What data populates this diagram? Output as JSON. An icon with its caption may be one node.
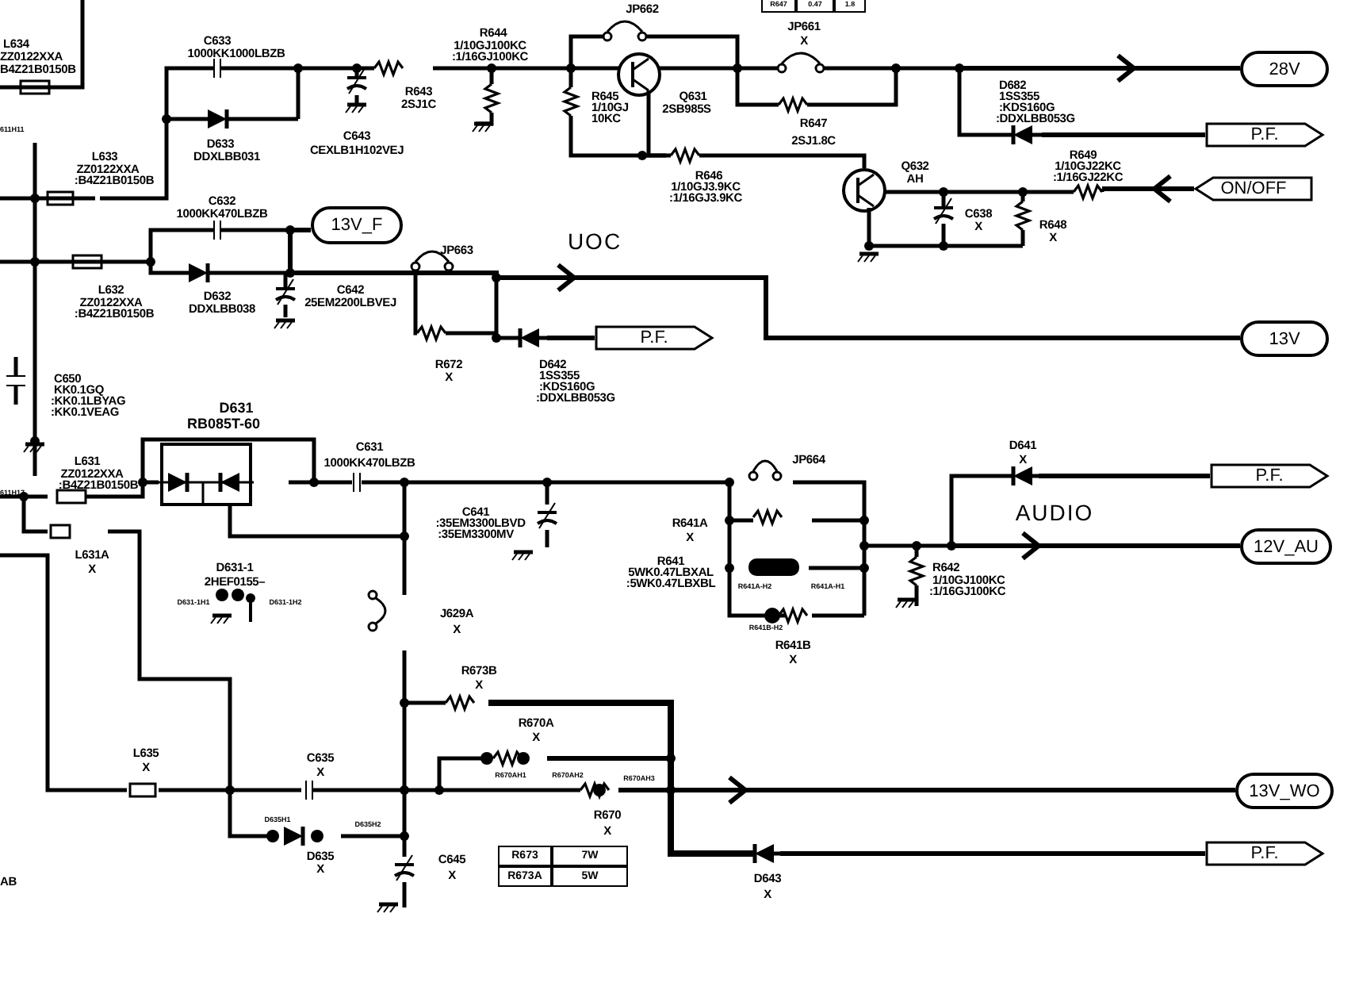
{
  "diagram": {
    "nodes": [
      {
        "text": [
          "28V"
        ]
      },
      {
        "text": [
          "P.F."
        ]
      },
      {
        "text": [
          "ON/OFF"
        ]
      },
      {
        "text": [
          "13V_F"
        ]
      },
      {
        "text": [
          "P.F."
        ]
      },
      {
        "text": [
          "13V"
        ]
      },
      {
        "text": [
          "P.F."
        ]
      },
      {
        "text": [
          "12V_AU"
        ]
      },
      {
        "text": [
          "13V_WO"
        ]
      },
      {
        "text": [
          "P.F."
        ]
      }
    ],
    "edges": [
      {
        "from": 3,
        "to": 5,
        "arrow": "to"
      }
    ],
    "labels": [
      "L634",
      "ZZ0122XXA",
      "B4Z21B0150B",
      "C633",
      "1000KK1000LBZB",
      "R644",
      "1/10GJ100KC",
      ":1/16GJ100KC",
      "JP662",
      "R647",
      "0.47",
      "1.8",
      "JP661",
      "X",
      "R643",
      "2SJ1C",
      "R645",
      "1/10GJ",
      "10KC",
      "Q631",
      "2SB985S",
      "R647",
      "2SJ1.8C",
      "D682",
      "1SS355",
      ":KDS160G",
      ":DDXLBB053G",
      "611H11",
      "D633",
      "DDXLBB031",
      "C643",
      "CEXLB1H102VEJ",
      "L633",
      "ZZ0122XXA",
      ":B4Z21B0150B",
      "R646",
      "1/10GJ3.9KC",
      ":1/16GJ3.9KC",
      "Q632",
      "AH",
      "R649",
      "1/10GJ22KC",
      ":1/16GJ22KC",
      "C632",
      "1000KK470LBZB",
      "C638",
      "X",
      "R648",
      "X",
      "UOC",
      "JP663",
      "C642",
      "25EM2200LBVEJ",
      "D632",
      "DDXLBB038",
      "L632",
      "ZZ0122XXA",
      ":B4Z21B0150B",
      "R672",
      "X",
      "D642",
      "1SS355",
      ":KDS160G",
      ":DDXLBB053G",
      "C650",
      "KK0.1GQ",
      ":KK0.1LBYAG",
      ":KK0.1VEAG",
      "D631",
      "RB085T-60",
      "C631",
      "D641",
      "L631",
      "1000KK470LBZB",
      "JP664",
      "X",
      "ZZ0122XXA",
      ":B4Z21B0150B",
      "611H17",
      "C641",
      ":35EM3300LBVD",
      ":35EM3300MV",
      "AUDIO",
      "R641A",
      "X",
      "L631A",
      "X",
      "R641",
      "5WK0.47LBXAL",
      ":5WK0.47LBXBL",
      "R642",
      "1/10GJ100KC",
      ":1/16GJ100KC",
      "D631-1",
      "2HEF0155–",
      "R641A-H2",
      "R641A-H1",
      "D631-1H1",
      "D631-1H2",
      "J629A",
      "X",
      "R641B-H2",
      "R641B",
      "X",
      "R673B",
      "X",
      "R670A",
      "X",
      "L635",
      "X",
      "C635",
      "X",
      "R670AH1",
      "R670AH2",
      "R670AH3",
      "D635H1",
      "D635H2",
      "R670",
      "X",
      "D635",
      "X",
      "C645",
      "X",
      "R673",
      "7W",
      "R673A",
      "5W",
      "AB",
      "D643",
      "X"
    ]
  }
}
